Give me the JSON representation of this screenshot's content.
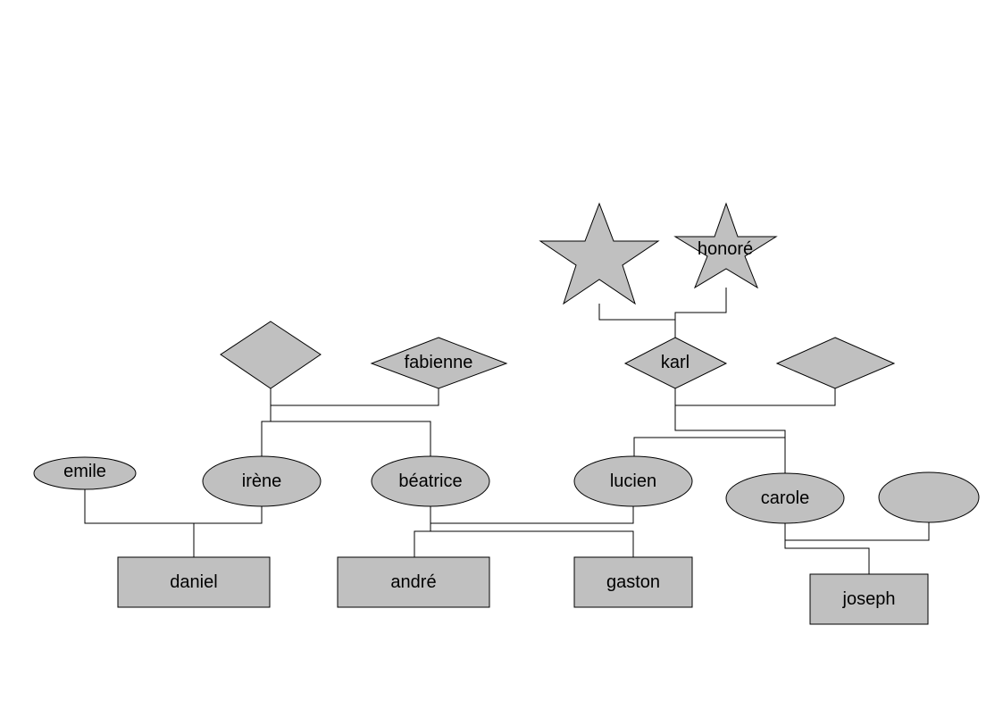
{
  "diagram": {
    "title": "",
    "fill_color": "#c0c0c0",
    "line_color": "#000000",
    "nodes": {
      "star_blank": "",
      "honore": "honoré",
      "diamond_blank_left": "",
      "fabienne": "fabienne",
      "karl": "karl",
      "diamond_blank_right": "",
      "emile": "emile",
      "irene": "irène",
      "beatrice": "béatrice",
      "lucien": "lucien",
      "carole": "carole",
      "ellipse_blank": "",
      "daniel": "daniel",
      "andre": "andré",
      "gaston": "gaston",
      "joseph": "joseph"
    }
  }
}
